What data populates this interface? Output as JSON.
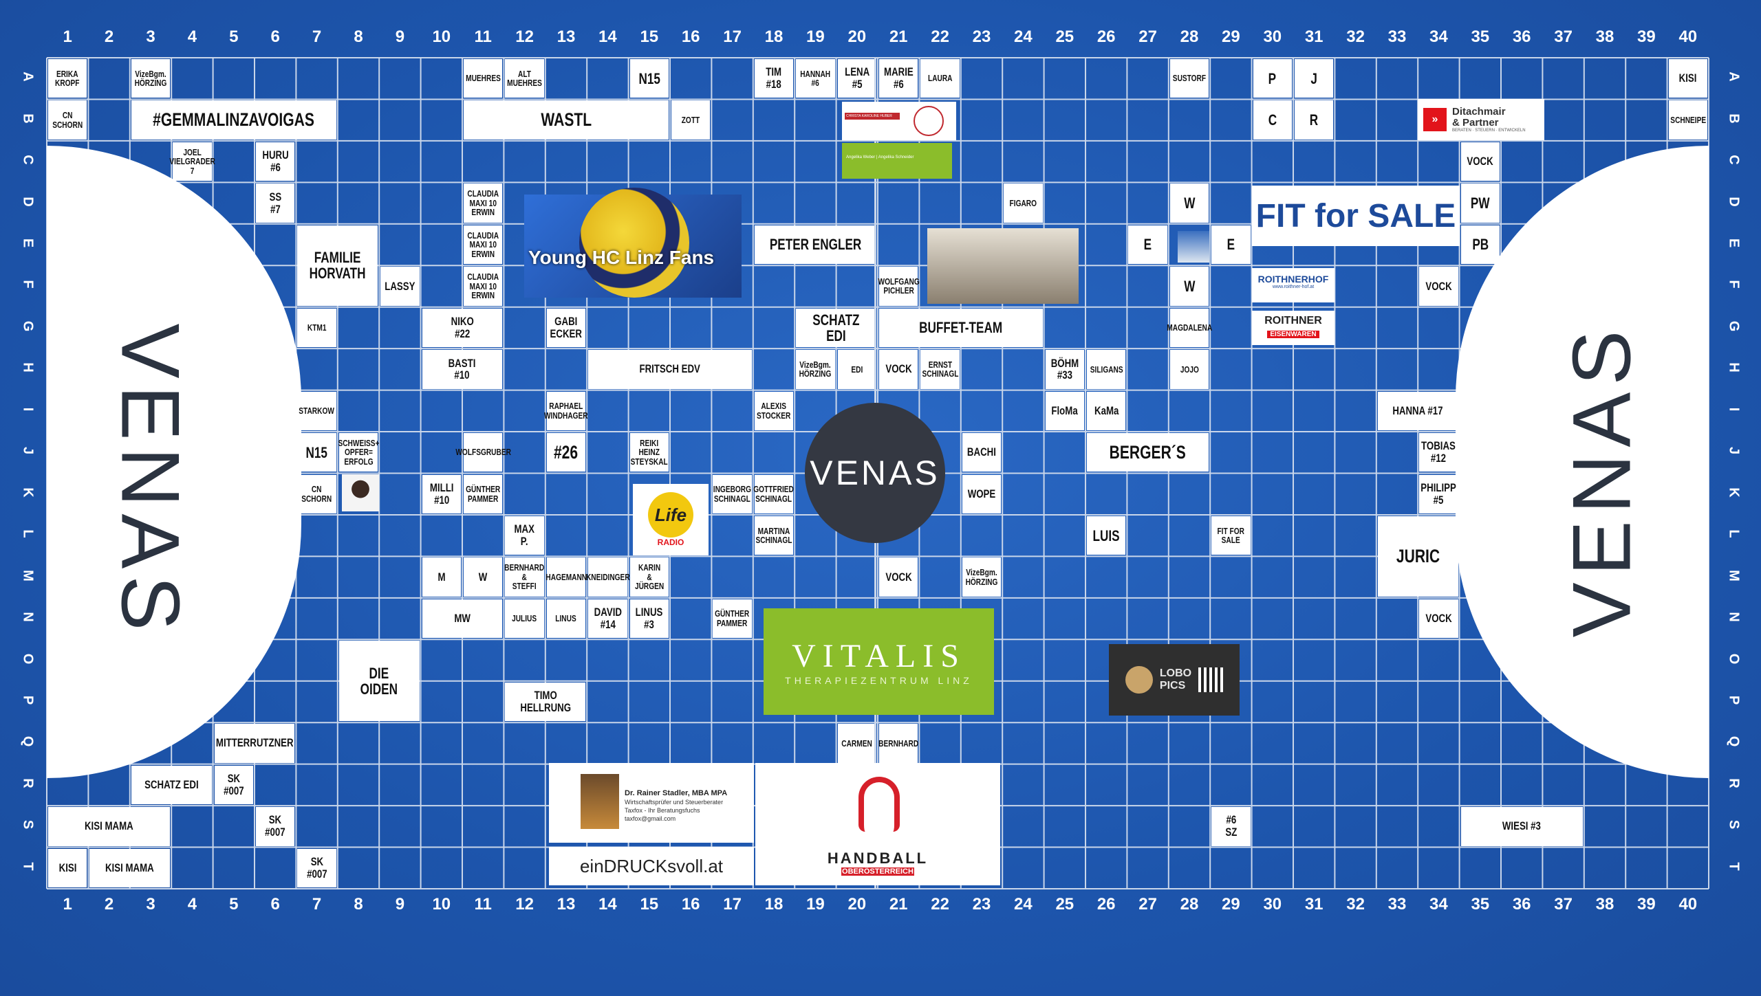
{
  "columns": [
    "1",
    "2",
    "3",
    "4",
    "5",
    "6",
    "7",
    "8",
    "9",
    "10",
    "11",
    "12",
    "13",
    "14",
    "15",
    "16",
    "17",
    "18",
    "19",
    "20",
    "21",
    "22",
    "23",
    "24",
    "25",
    "26",
    "27",
    "28",
    "29",
    "30",
    "31",
    "32",
    "33",
    "34",
    "35",
    "36",
    "37",
    "38",
    "39",
    "40"
  ],
  "rows": [
    "A",
    "B",
    "C",
    "D",
    "E",
    "F",
    "G",
    "H",
    "I",
    "J",
    "K",
    "L",
    "M",
    "N",
    "O",
    "P",
    "Q",
    "R",
    "S",
    "T"
  ],
  "sponsor_logo": "VENAS",
  "cells": {
    "erika": "ERIKA\nKROPF",
    "vize1": "VizeBgm.\nHÖRZING",
    "muehres": "MUEHRES",
    "altmuehres": "ALT\nMUEHRES",
    "n15a": "N15",
    "tim": "TIM\n#18",
    "hannah": "HANNAH\n#6",
    "lena": "LENA\n#5",
    "marie": "MARIE\n#6",
    "laura": "LAURA",
    "sustorf": "SUSTORF",
    "p": "P",
    "j": "J",
    "c": "C",
    "r": "R",
    "kisi_a": "KISI",
    "cnschorn1": "CN SCHORN",
    "gemma": "#GEMMALINZAVOIGAS",
    "wastl": "WASTL",
    "zott": "ZOTT",
    "schneipe": "SCHNEIPE",
    "joel": "JOEL\nVIELGRADER\n7",
    "huru": "HURU\n#6",
    "ss": "SS\n#7",
    "vock1": "VOCK",
    "figaro": "FIGARO",
    "w1": "W",
    "pw": "PW",
    "familie": "FAMILIE\nHORVATH",
    "claudia1": "CLAUDIA\nMAXI 10\nERWIN",
    "claudia2": "CLAUDIA\nMAXI 10\nERWIN",
    "claudia3": "CLAUDIA\nMAXI 10\nERWIN",
    "peterengler": "PETER ENGLER",
    "e1": "E",
    "e2": "E",
    "pb": "PB",
    "fitforsale": "FIT for SALE",
    "lassy": "LASSY",
    "wolfgang": "WOLFGANG\nPICHLER",
    "w2": "W",
    "vock2": "VOCK",
    "ktm1": "KTM1",
    "niko": "NIKO\n#22",
    "gabi": "GABI\nECKER",
    "schatzedi1": "SCHATZ EDI",
    "buffet": "BUFFET-TEAM",
    "magdalena": "MAGDALENA",
    "basti": "BASTI\n#10",
    "fritsch": "FRITSCH EDV",
    "vize2": "VizeBgm.\nHÖRZING",
    "edi": "EDI",
    "vock3": "VOCK",
    "ernst": "ERNST\nSCHINAGL",
    "boehm": "BÖHM\n#33",
    "siligans": "SILIGANS",
    "jojo": "JOJO",
    "starkow": "STARKOW",
    "raphael": "RAPHAEL\nWINDHAGER",
    "alexis": "ALEXIS\nSTOCKER",
    "floma": "FloMa",
    "kama": "KaMa",
    "hanna17": "HANNA #17",
    "n15b": "N15",
    "schweiss": "SCHWEISS+\nOPFER=\nERFOLG",
    "wolfsgruber": "WOLFSGRUBER",
    "n26": "#26",
    "reiki": "REIKI\nHEINZ\nSTEYSKAL",
    "bachi": "BACHI",
    "berger": "BERGER´S",
    "tobias": "TOBIAS\n#12",
    "cnschorn2": "CN SCHORN",
    "milli": "MILLI\n#10",
    "guenther1": "GÜNTHER\nPAMMER",
    "ingeborg": "INGEBORG\nSCHINAGL",
    "gottfried": "GOTTFRIED\nSCHINAGL",
    "wope": "WOPE",
    "philipp": "PHILIPP\n#5",
    "maxp": "MAX P.",
    "martina": "MARTINA\nSCHINAGL",
    "luis": "LUIS",
    "fitforsale2": "FIT FOR SALE",
    "juric": "JURIC",
    "m": "M",
    "w3": "W",
    "bernhard_steffi": "BERNHARD &\nSTEFFI",
    "hagemann": "HAGEMANN",
    "kneidinger": "KNEIDINGER",
    "karin": "KARIN\n& JÜRGEN",
    "vock4": "VOCK",
    "vize3": "VizeBgm.\nHÖRZING",
    "mw": "MW",
    "julius": "JULIUS",
    "linus": "LINUS",
    "david": "DAVID\n#14",
    "linus3": "LINUS\n#3",
    "guenther2": "GÜNTHER\nPAMMER",
    "vock5": "VOCK",
    "dieoiden": "DIE\nOIDEN",
    "timo": "TIMO\nHELLRUNG",
    "mitterrutzner": "MITTERRUTZNER",
    "carmen": "CARMEN",
    "bernhard": "BERNHARD",
    "schatzedi2": "SCHATZ EDI",
    "sk1": "SK\n#007",
    "kisimama1": "KISI MAMA",
    "sk2": "SK\n#007",
    "n6sz": "#6\nSZ",
    "wiesi": "WIESI #3",
    "kisi_t": "KISI",
    "kisimama2": "KISI MAMA",
    "sk3": "SK\n#007"
  },
  "images": {
    "young_hc": "Young HC Linz Fans",
    "vitalis": "VITALIS",
    "vitalis_sub": "THERAPIEZENTRUM LINZ",
    "lobo": "LOBO\nPICS",
    "life": "Life",
    "life_sub": "RADIO",
    "ditachmair": "Ditachmair\n& Partner",
    "ditachmair_sub": "BERATEN · STEUERN · ENTWICKELN",
    "roithnerhof": "ROITHNERHOF",
    "roithnerhof_sub": "www.roithner-hof.at",
    "roithner_eisen": "ROITHNER",
    "roithner_eisen_sub": "EISENWAREN",
    "stadler_title": "Dr. Rainer Stadler, MBA MPA",
    "stadler_line1": "Wirtschaftsprüfer und Steuerberater",
    "stadler_line2": "Taxfox - Ihr Beratungsfuchs",
    "stadler_line3": "taxfox@gmail.com",
    "eindruck": "einDRUCKsvoll.at",
    "handball": "HANDBALL",
    "handball_sub": "OBERÖSTERREICH",
    "christa": "CHRISTA KAROLINE HUBER",
    "christa_sub": "Christa Karoline Huber",
    "wein": "Angelika Weber | Angelika Schneider"
  },
  "colors": {
    "court_blue": "#1f5bb3",
    "center_circle": "#343842",
    "vitalis_green": "#8bbd2b",
    "handball_red": "#d6202a"
  }
}
